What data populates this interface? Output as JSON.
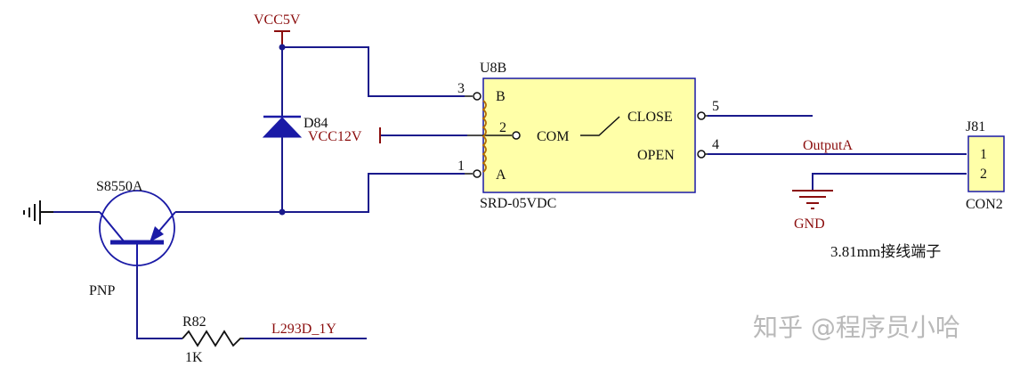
{
  "labels": {
    "vcc5v": "VCC5V",
    "vcc12v": "VCC12V",
    "d84": "D84",
    "u8b": "U8B",
    "relay_part": "SRD-05VDC",
    "pin_b": "B",
    "pin_a": "A",
    "com": "COM",
    "close": "CLOSE",
    "open": "OPEN",
    "pin3": "3",
    "pin2": "2",
    "pin1": "1",
    "pin5": "5",
    "pin4": "4",
    "outputA": "OutputA",
    "j81": "J81",
    "con_pin1": "1",
    "con_pin2": "2",
    "con2": "CON2",
    "gnd": "GND",
    "terminal_caption": "3.81mm接线端子",
    "transistor": "S8550A",
    "pnp": "PNP",
    "r82": "R82",
    "r_value": "1K",
    "l293d": "L293D_1Y",
    "watermark": "知乎 @程序员小哈"
  },
  "colors": {
    "wire": "#1a1a8c",
    "relay_fill": "#ffffa8",
    "part_outline": "#1a1aa6",
    "net_label": "#8b0d0d",
    "diode_fill": "#1a1aa6",
    "coil": "#b26b00"
  }
}
